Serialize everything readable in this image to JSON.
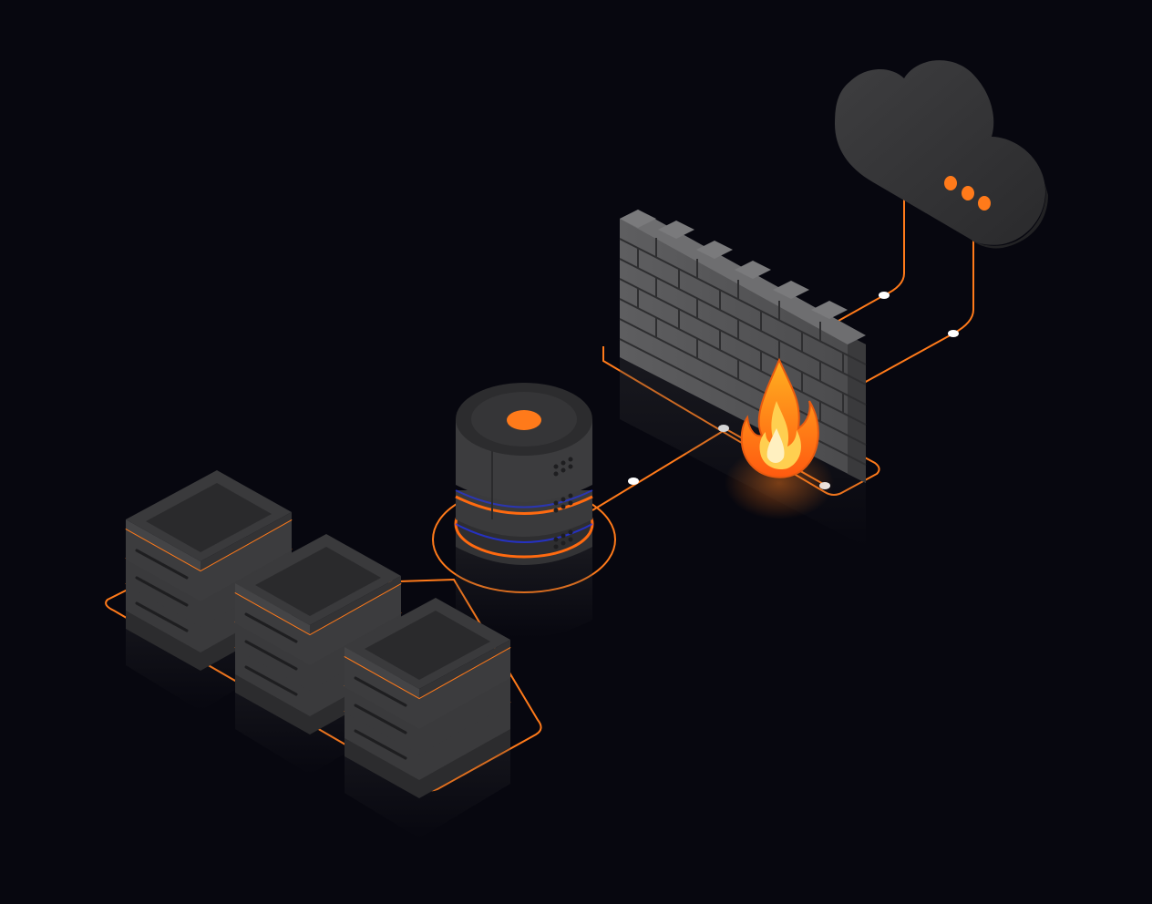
{
  "scene": {
    "background": "#07070f",
    "accent": "#ff7a1a",
    "accent_bright": "#ffa040",
    "device_dark": "#2a2a2c",
    "device_mid": "#3a3a3c",
    "device_light": "#4a4a4c",
    "brick": "#5a5a5c",
    "glow_blue": "#2233ff",
    "components": [
      {
        "name": "server-rack-cluster",
        "icon": "server-stack-icon",
        "count": 3
      },
      {
        "name": "database",
        "icon": "database-cylinder-icon"
      },
      {
        "name": "firewall",
        "icon": "brick-wall-icon"
      },
      {
        "name": "fire",
        "icon": "flame-icon"
      },
      {
        "name": "cloud",
        "icon": "cloud-icon"
      }
    ]
  }
}
